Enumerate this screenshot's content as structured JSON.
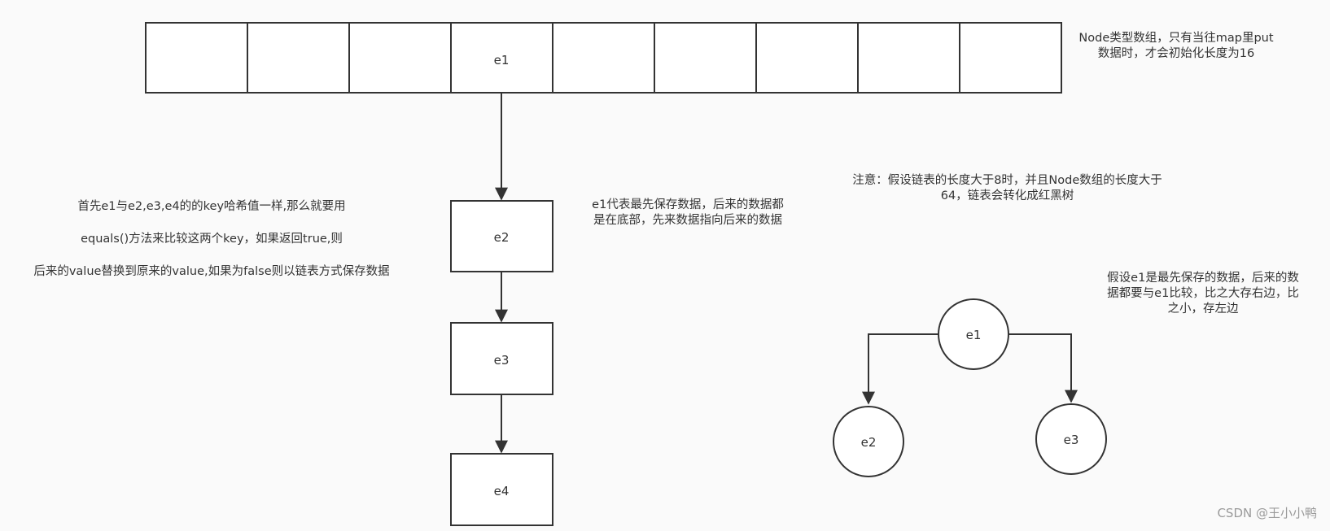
{
  "array": {
    "slots": [
      "",
      "",
      "",
      "e1",
      "",
      "",
      "",
      "",
      ""
    ],
    "note": "Node类型数组，只有当往map里put数据时，才会初始化长度为16"
  },
  "linked_list": {
    "nodes": [
      "e2",
      "e3",
      "e4"
    ],
    "note": "e1代表最先保存数据，后来的数据都是在底部，先来数据指向后来的数据"
  },
  "left_note": {
    "line1": "首先e1与e2,e3,e4的的key哈希值一样,那么就要用",
    "line2": "equals()方法来比较这两个key，如果返回true,则",
    "line3": "后来的value替换到原来的value,如果为false则以链表方式保存数据"
  },
  "warning_note": "注意：假设链表的长度大于8时，并且Node数组的长度大于64，链表会转化成红黑树",
  "tree": {
    "root": "e1",
    "left": "e2",
    "right": "e3",
    "note": "假设e1是最先保存的数据，后来的数据都要与e1比较，比之大存右边，比之小，存左边"
  },
  "watermark": "CSDN @王小小鸭",
  "colors": {
    "stroke": "#333333",
    "background": "#fafafa"
  }
}
